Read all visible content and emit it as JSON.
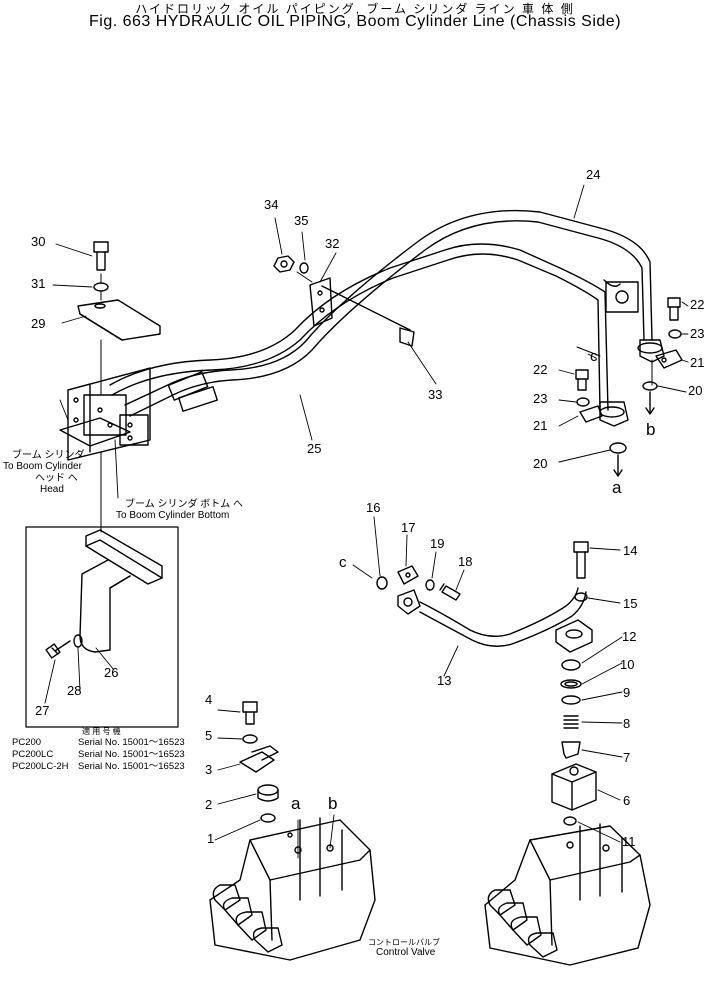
{
  "header": {
    "title_jp": "ハイドロリック オイル パイピング, ブーム シリンダ ライン  車 体 側",
    "title_en": "Fig. 663   HYDRAULIC OIL PIPING, Boom Cylinder Line (Chassis Side)"
  },
  "part_numbers": [
    "1",
    "2",
    "3",
    "4",
    "5",
    "6",
    "7",
    "8",
    "9",
    "10",
    "11",
    "12",
    "13",
    "14",
    "15",
    "16",
    "17",
    "18",
    "19",
    "20",
    "20",
    "21",
    "21",
    "22",
    "22",
    "23",
    "23",
    "24",
    "25",
    "26",
    "27",
    "28",
    "29",
    "30",
    "31",
    "32",
    "33",
    "34",
    "35"
  ],
  "connection_letters": [
    "a",
    "a",
    "b",
    "b",
    "c",
    "c"
  ],
  "annotations": {
    "to_head_jp": "ブーム シリンダ",
    "to_head_en": "To Boom Cylinder",
    "to_head_jp2": "ヘッド へ",
    "to_head_en2": "Head",
    "to_bottom_jp": "ブーム シリンダ ボトム へ",
    "to_bottom_en": "To Boom Cylinder Bottom",
    "control_valve_jp": "コントロールバルブ",
    "control_valve_en": "Control Valve"
  },
  "applicability": {
    "header_jp": "適 用 号 機",
    "rows": [
      {
        "model": "PC200",
        "serial": "Serial No. 15001～16523"
      },
      {
        "model": "PC200LC",
        "serial": "Serial No. 15001～16523"
      },
      {
        "model": "PC200LC-2H",
        "serial": "Serial No. 15001～16523"
      }
    ]
  }
}
